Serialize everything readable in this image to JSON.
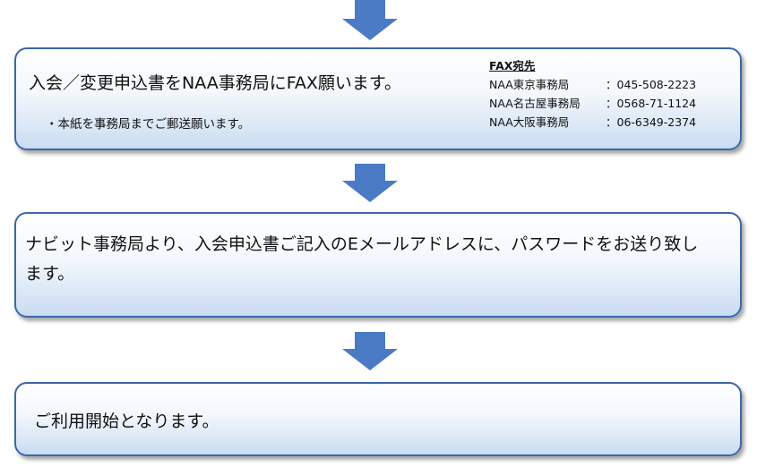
{
  "steps": [
    {
      "main": "入会／変更申込書をNAA事務局にFAX願います。",
      "note": "・本紙を事務局までご郵送願います。",
      "fax": {
        "title": "FAX宛先",
        "entries": [
          {
            "office": "NAA東京事務局",
            "number": "：045-508-2223"
          },
          {
            "office": "NAA名古屋事務局",
            "number": "：0568-71-1124"
          },
          {
            "office": "NAA大阪事務局",
            "number": "：06-6349-2374"
          }
        ]
      }
    },
    {
      "main": "ナビット事務局より、入会申込書ご記入のEメールアドレスに、パスワードをお送り致します。"
    },
    {
      "main": "ご利用開始となります。"
    }
  ],
  "colors": {
    "arrow": "#4a7bc4",
    "box_border": "#3c67a8",
    "box_gradient_bottom": "#c9dcf1"
  },
  "icons": [
    "down-arrow-icon"
  ]
}
